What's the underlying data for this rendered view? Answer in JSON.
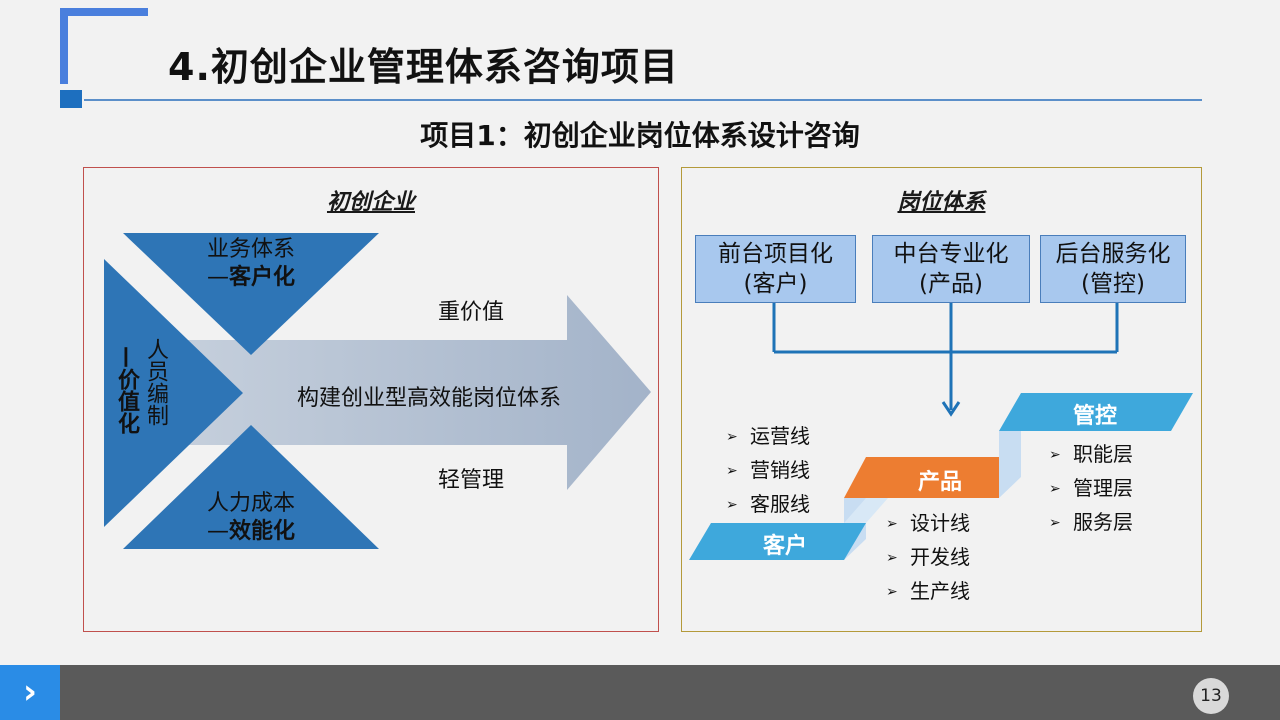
{
  "title": "4.初创企业管理体系咨询项目",
  "subtitle": "项目1：初创企业岗位体系设计咨询",
  "left_panel": {
    "heading": "初创企业",
    "top_triangle": {
      "line1": "业务体系",
      "line2_prefix": "—",
      "line2_bold": "客户化"
    },
    "bottom_triangle": {
      "line1": "人力成本",
      "line2_prefix": "—",
      "line2_bold": "效能化"
    },
    "left_triangle": {
      "col1": "人员编制",
      "col2_prefix": "—",
      "col2_bold": "价值化"
    },
    "arrow_main": "构建创业型高效能岗位体系",
    "arrow_top": "重价值",
    "arrow_bottom": "轻管理"
  },
  "right_panel": {
    "heading": "岗位体系",
    "boxes": [
      {
        "line1": "前台项目化",
        "line2": "(客户)"
      },
      {
        "line1": "中台专业化",
        "line2": "(产品)"
      },
      {
        "line1": "后台服务化",
        "line2": "(管控)"
      }
    ],
    "steps": [
      "客户",
      "产品",
      "管控"
    ],
    "step_colors": [
      "#3ea8dc",
      "#ed7d31",
      "#3ea8dc"
    ],
    "bullets_customer": [
      "运营线",
      "营销线",
      "客服线"
    ],
    "bullets_product": [
      "设计线",
      "开发线",
      "生产线"
    ],
    "bullets_control": [
      "职能层",
      "管理层",
      "服务层"
    ],
    "bullet_marker": "➢"
  },
  "footer": {
    "chevron": "›",
    "page_number": "13",
    "accent_color": "#2a8ce6"
  }
}
